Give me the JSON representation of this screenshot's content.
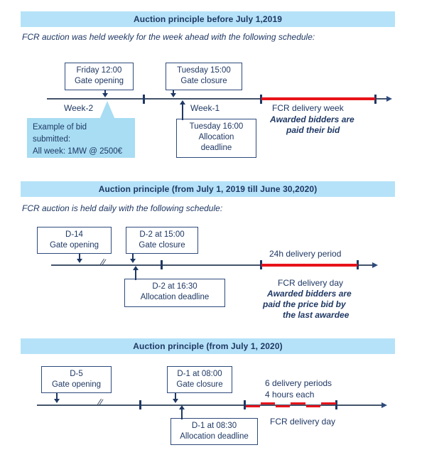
{
  "sections": [
    {
      "banner": "Auction principle before July 1,2019",
      "subtitle": "FCR auction was held weekly for the week ahead with the following schedule:",
      "boxes": [
        {
          "name": "gate-opening-box",
          "lines": [
            "Friday 12:00",
            "Gate opening"
          ]
        },
        {
          "name": "gate-closure-box",
          "lines": [
            "Tuesday 15:00",
            "Gate closure"
          ]
        },
        {
          "name": "allocation-deadline-box",
          "lines": [
            "Tuesday 16:00",
            "Allocation",
            "deadline"
          ]
        }
      ],
      "axis_labels": {
        "week_minus_2": "Week-2",
        "week_minus_1": "Week-1",
        "delivery": "FCR delivery week",
        "payment_line_1": "Awarded bidders are",
        "payment_line_2": "paid their bid"
      },
      "callout": {
        "line1": "Example of bid",
        "line2": "submitted:",
        "line3": "All week: 1MW @ 2500€"
      }
    },
    {
      "banner": "Auction principle (from July 1, 2019 till June 30,2020)",
      "subtitle": "FCR auction is held daily with the following schedule:",
      "boxes": [
        {
          "name": "gate-opening-box",
          "lines": [
            "D-14",
            "Gate opening"
          ]
        },
        {
          "name": "gate-closure-box",
          "lines": [
            "D-2 at 15:00",
            "Gate closure"
          ]
        },
        {
          "name": "allocation-deadline-box",
          "lines": [
            "D-2 at 16:30",
            "Allocation deadline"
          ]
        }
      ],
      "axis_labels": {
        "delivery_period": "24h delivery period",
        "delivery": "FCR delivery day",
        "payment_line_1": "Awarded bidders are",
        "payment_line_2": "paid the price bid by",
        "payment_line_3": "the last awardee"
      }
    },
    {
      "banner": "Auction principle (from July 1, 2020)",
      "subtitle": "",
      "boxes": [
        {
          "name": "gate-opening-box",
          "lines": [
            "D-5",
            "Gate opening"
          ]
        },
        {
          "name": "gate-closure-box",
          "lines": [
            "D-1 at 08:00",
            "Gate closure"
          ]
        },
        {
          "name": "allocation-deadline-box",
          "lines": [
            "D-1 at 08:30",
            "Allocation deadline"
          ]
        }
      ],
      "axis_labels": {
        "periods_line_1": "6 delivery periods",
        "periods_line_2": "4 hours each",
        "delivery": "FCR delivery day"
      }
    }
  ],
  "colors": {
    "banner_bg": "#b5e2f8",
    "text_navy": "#1f3864",
    "axis_grey": "#44546a",
    "delivery_red": "#e8131a",
    "callout_bg": "#a8ddf3"
  }
}
